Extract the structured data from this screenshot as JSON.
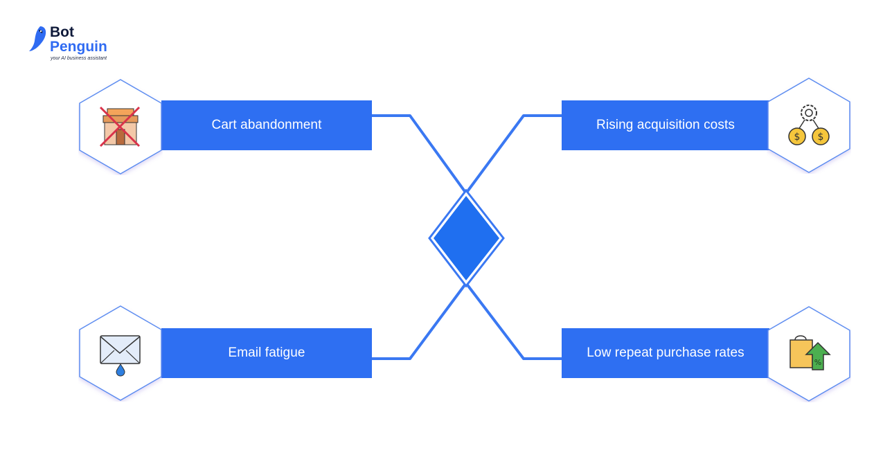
{
  "logo": {
    "line1": "Bot",
    "line2": "Penguin",
    "tagline": "your AI business assistant"
  },
  "items": {
    "top_left": {
      "label": "Cart abandonment",
      "icon": "storefront-crossed-icon"
    },
    "top_right": {
      "label": "Rising acquisition costs",
      "icon": "gear-dollar-coins-icon"
    },
    "bottom_left": {
      "label": "Email fatigue",
      "icon": "envelope-droplet-icon"
    },
    "bottom_right": {
      "label": "Low repeat purchase rates",
      "icon": "shopping-bag-discount-arrow-icon"
    }
  },
  "colors": {
    "accent": "#2e6ff2",
    "hex_border": "#5b8cf0",
    "connector": "#3a78f2",
    "diamond": "#1f6ff0"
  }
}
